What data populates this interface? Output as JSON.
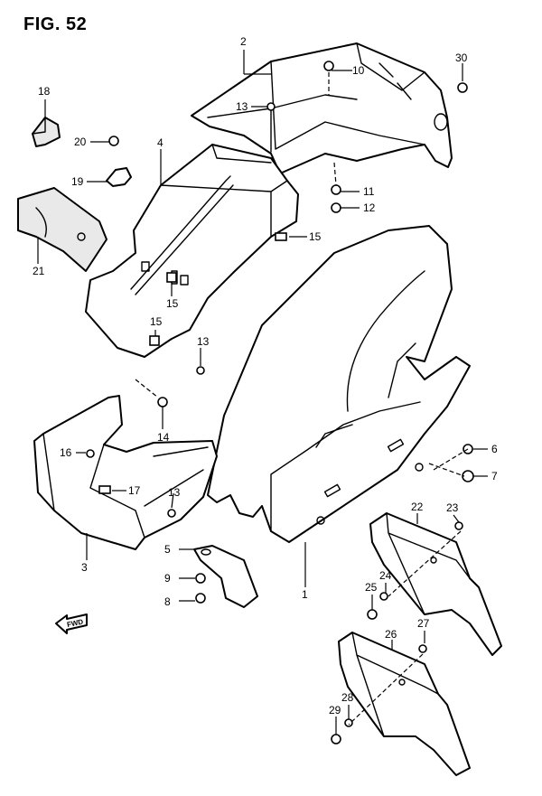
{
  "figure": {
    "title": "FIG. 52"
  },
  "callouts": {
    "c1": "1",
    "c2": "2",
    "c3": "3",
    "c4": "4",
    "c5": "5",
    "c6": "6",
    "c7": "7",
    "c8": "8",
    "c9": "9",
    "c10": "10",
    "c11": "11",
    "c12": "12",
    "c13a": "13",
    "c13b": "13",
    "c13c": "13",
    "c14": "14",
    "c15a": "15",
    "c15b": "15",
    "c15c": "15",
    "c16": "16",
    "c17": "17",
    "c18": "18",
    "c19": "19",
    "c20": "20",
    "c21": "21",
    "c22": "22",
    "c23": "23",
    "c24": "24",
    "c25": "25",
    "c26": "26",
    "c27": "27",
    "c28": "28",
    "c29": "29",
    "c30": "30"
  },
  "direction_marker": {
    "label": "FWD"
  }
}
